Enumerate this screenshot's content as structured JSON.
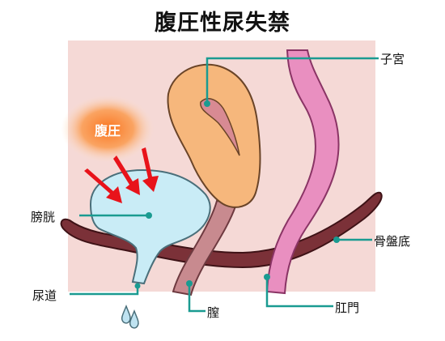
{
  "title": "腹圧性尿失禁",
  "callout": "腹圧",
  "labels": {
    "uterus": "子宮",
    "bladder": "膀胱",
    "pelvic_floor": "骨盤底",
    "urethra": "尿道",
    "vagina": "膣",
    "anus": "肛門"
  },
  "colors": {
    "background_area": "#f5d9d6",
    "uterus": "#f6b77c",
    "bladder": "#c9ecf6",
    "rectum": "#e98fc0",
    "vagina": "#c88a8f",
    "pelvic_floor": "#7b3138",
    "pressure_arrow": "#e8131a",
    "pressure_glow": "#f97a2a",
    "leader_line": "#1a9b91",
    "outline": "#5a3a33"
  },
  "icons": [
    "pressure-arrow-icon",
    "urine-drop-icon"
  ]
}
